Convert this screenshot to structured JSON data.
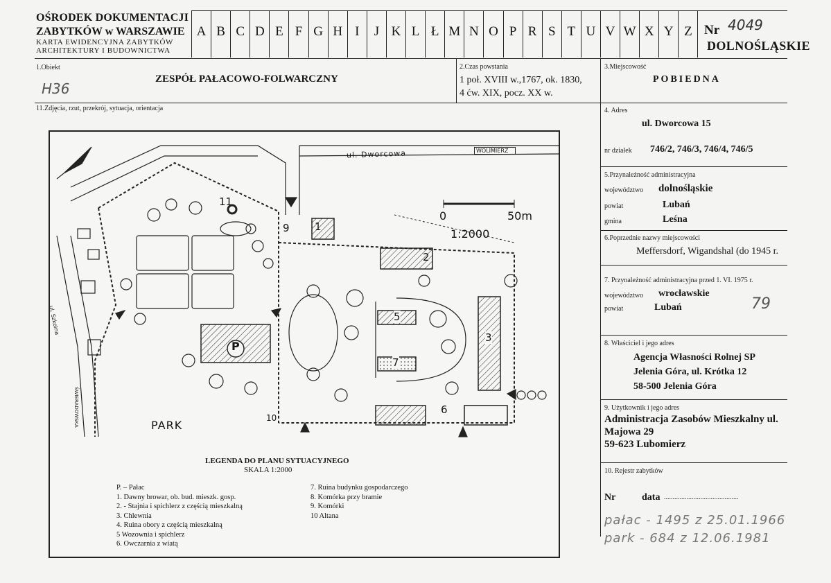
{
  "header": {
    "institution_line1": "OŚRODEK DOKUMENTACJI",
    "institution_line2": "ZABYTKÓW w WARSZAWIE",
    "card_type": "KARTA EWIDENCYJNA ZABYTKÓW",
    "card_subtype": "ARCHITEKTURY I BUDOWNICTWA",
    "letters": [
      "A",
      "B",
      "C",
      "D",
      "E",
      "F",
      "G",
      "H",
      "I",
      "J",
      "K",
      "L",
      "Ł",
      "M",
      "N",
      "O",
      "P",
      "R",
      "S",
      "T",
      "U",
      "V",
      "W",
      "X",
      "Y",
      "Z"
    ],
    "nr_label": "Nr",
    "nr_value": "4049",
    "voivodeship": "DOLNOŚLĄSKIE"
  },
  "obiekt": {
    "label": "1.Obiekt",
    "handwritten": "H36",
    "value": "ZESPÓŁ PAŁACOWO-FOLWARCZNY"
  },
  "czas": {
    "label": "2.Czas powstania",
    "line1": "1 poł. XVIII w.,1767,  ok. 1830,",
    "line2": "4 ćw. XIX, pocz. XX w."
  },
  "miejscowosc": {
    "label": "3.Miejscowość",
    "value": "POBIEDNA"
  },
  "zdjecia": {
    "label": "11.Zdjęcia, rzut, przekrój, sytuacja, orientacja"
  },
  "adres": {
    "label": "4. Adres",
    "street": "ul. Dworcowa 15",
    "parcels_label": "nr działek",
    "parcels": "746/2, 746/3, 746/4, 746/5"
  },
  "przynaleznosc": {
    "label": "5.Przynależność administracyjna",
    "wojewodztwo_label": "województwo",
    "wojewodztwo": "dolnośląskie",
    "powiat_label": "powiat",
    "powiat": "Lubań",
    "gmina_label": "gmina",
    "gmina": "Leśna"
  },
  "poprzednie": {
    "label": "6.Poprzednie nazwy miejscowości",
    "value": "Meffersdorf, Wigandshal  (do 1945 r."
  },
  "przed1975": {
    "label": "7. Przynależność administracyjna przed 1. VI. 1975 r.",
    "wojewodztwo_label": "województwo",
    "wojewodztwo": "wrocławskie",
    "powiat_label": "powiat",
    "powiat": "Lubań",
    "handwritten": "79"
  },
  "wlasciciel": {
    "label": "8. Właściciel i jego adres",
    "line1": "Agencja Własności Rolnej SP",
    "line2": "Jelenia Góra, ul. Krótka 12",
    "line3": "58-500 Jelenia Góra"
  },
  "uzytkownik": {
    "label": "9. Użytkownik i jego adres",
    "line1": "Administracja Zasobów Mieszkalny ul.",
    "line2": "Majowa 29",
    "line3": "59-623 Lubomierz"
  },
  "rejestr": {
    "label": "10. Rejestr zabytków",
    "nr_label": "Nr",
    "data_label": "data",
    "dots": "...........................................",
    "entry1": "pałac - 1495  z 25.01.1966",
    "entry2": "park - 684  z 12.06.1981"
  },
  "map": {
    "street": "ul. Dworcowa",
    "direction": "WOLIMIERZ",
    "side_street1": "ul. Szkolna",
    "side_street2": "ŚWIERADOWSKA",
    "scale_zero": "0",
    "scale_50": "50m",
    "scale_ratio": "1:2000",
    "park": "PARK",
    "palace_mark": "P",
    "labels": [
      "1",
      "2",
      "3",
      "5",
      "6",
      "7",
      "9",
      "10",
      "11"
    ]
  },
  "legend": {
    "title": "LEGENDA DO PLANU SYTUACYJNEGO",
    "scale": "SKALA 1:2000",
    "col1": [
      "P. – Pałac",
      "1.   Dawny browar, ob. bud. mieszk. gosp.",
      "2. -  Stajnia i spichlerz z częścią mieszkalną",
      "3.   Chlewnia",
      "4.   Ruina obory z częścią mieszkalną",
      "5    Wozownia i spichlerz",
      "6.     Owczarnia z wiatą"
    ],
    "col2": [
      "7.   Ruina budynku gospodarczego",
      "8.   Komórka przy bramie",
      "9.        Komórki",
      "10      Altana"
    ]
  }
}
